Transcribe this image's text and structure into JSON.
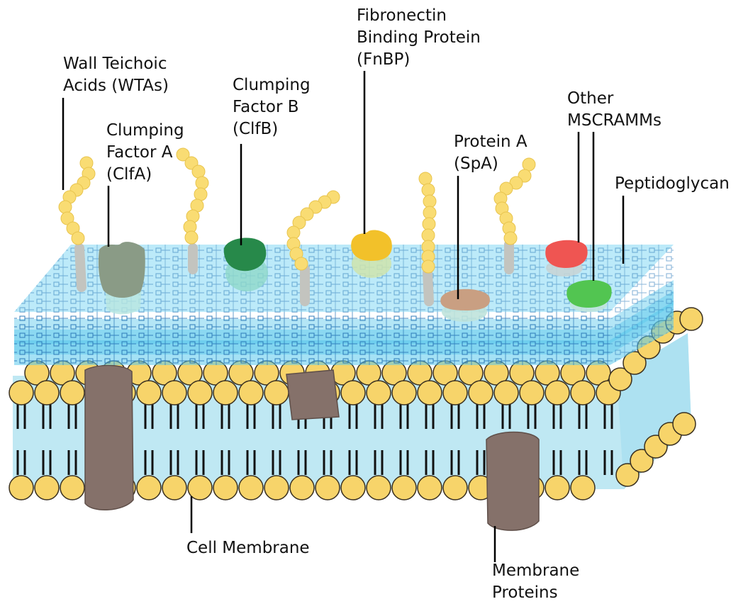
{
  "labels": {
    "wta": [
      "Wall Teichoic",
      "Acids (WTAs)"
    ],
    "clfa": [
      "Clumping",
      "Factor A",
      "(ClfA)"
    ],
    "clfb": [
      "Clumping",
      "Factor B",
      "(ClfB)"
    ],
    "fnbp": [
      "Fibronectin",
      "Binding Protein",
      "(FnBP)"
    ],
    "spa": [
      "Protein A",
      "(SpA)"
    ],
    "other": [
      "Other",
      "MSCRAMMs"
    ],
    "peptidoglycan": "Peptidoglycan",
    "cell_membrane": "Cell Membrane",
    "membrane_proteins": [
      "Membrane",
      "Proteins"
    ]
  },
  "colors": {
    "lipid_head": "#f7d46a",
    "lipid_head_stroke": "#3a3020",
    "membrane_fill": "#bfe8f3",
    "peptidoglycan": "#59c8ec",
    "teichoic": "#f9dc73",
    "teichoic_stem": "#c3c4bf",
    "membrane_protein": "#85716a",
    "clfa": "#8a9b86",
    "clfb": "#27894a",
    "fnbp": "#f2c12a",
    "spa": "#c99f82",
    "other_red": "#ef5552",
    "other_green": "#52c551"
  }
}
